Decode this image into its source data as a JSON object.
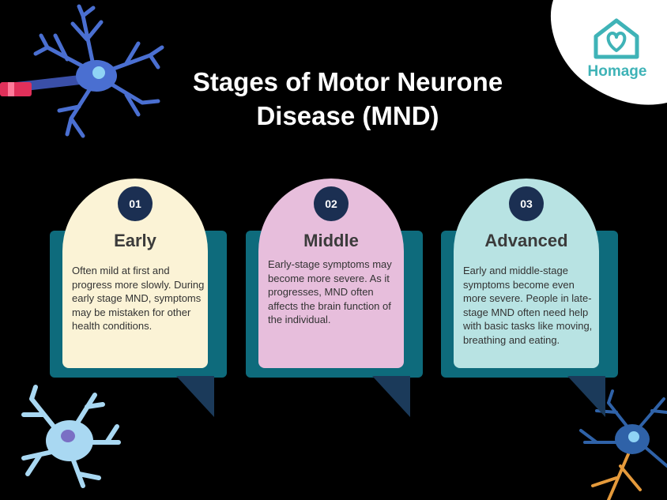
{
  "brand": {
    "name": "Homage",
    "color": "#3fb3b7"
  },
  "title_line1": "Stages of Motor Neurone",
  "title_line2": "Disease (MND)",
  "stages": [
    {
      "number": "01",
      "name": "Early",
      "color": "#fbf3d6",
      "description": "Often mild at first and progress more slowly. During early stage MND, symptoms may be mistaken for other health conditions."
    },
    {
      "number": "02",
      "name": "Middle",
      "color": "#e7bedc",
      "description": "Early-stage symptoms may become more severe. As it progresses, MND often affects the brain function of the individual."
    },
    {
      "number": "03",
      "name": "Advanced",
      "color": "#b8e3e3",
      "description": "Early and middle-stage symptoms become even more severe. People in late-stage MND often need help with basic tasks like moving, breathing and eating."
    }
  ],
  "colors": {
    "background": "#000000",
    "card_frame": "#0e6b7c",
    "card_tail": "#1b3a5a",
    "number_badge": "#1b2f52"
  },
  "icons": [
    "neuron-illustration",
    "house-heart-logo"
  ]
}
